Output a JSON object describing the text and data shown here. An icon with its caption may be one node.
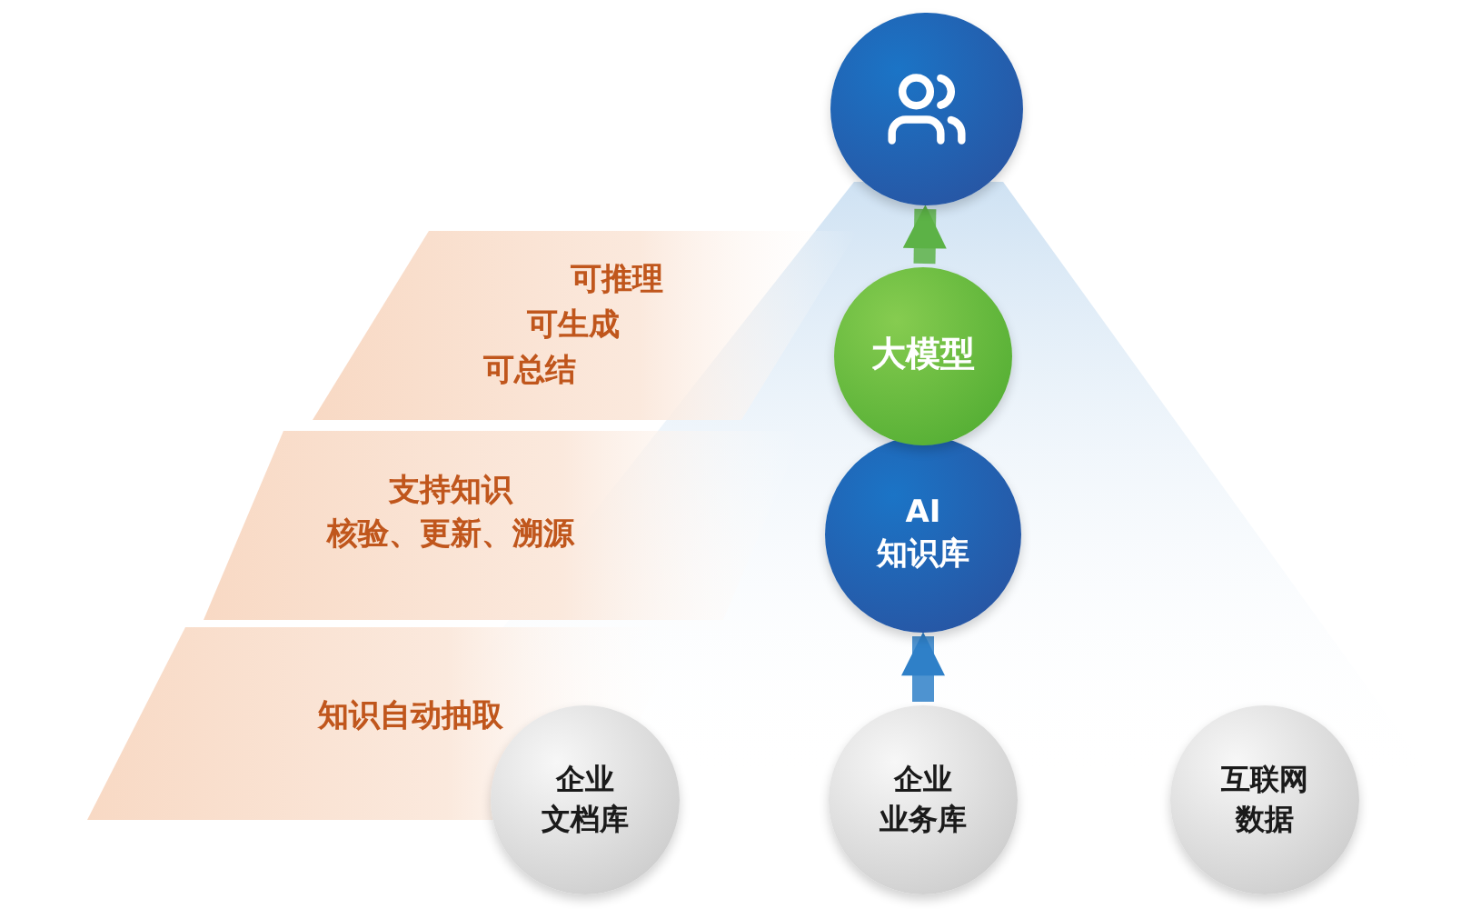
{
  "diagram": {
    "nodes": [
      {
        "text": [],
        "shape": "circle"
      },
      {
        "text": [
          "大模型"
        ]
      },
      {
        "text": [
          "AI 知识库"
        ]
      },
      {
        "text": [
          "企业文档库"
        ]
      },
      {
        "text": [
          "企业业务库"
        ]
      },
      {
        "text": [
          "互联网数据"
        ]
      },
      {
        "text": [
          "可推理",
          "可生成",
          "可总结"
        ]
      },
      {
        "text": [
          "支持知识核验、更新、溯源"
        ]
      },
      {
        "text": [
          "知识自动抽取"
        ]
      }
    ],
    "edges": [
      {
        "from": 4,
        "to": 2,
        "arrow": "to"
      },
      {
        "from": 1,
        "to": 0,
        "arrow": "to",
        "color": "#5cb246"
      }
    ]
  }
}
